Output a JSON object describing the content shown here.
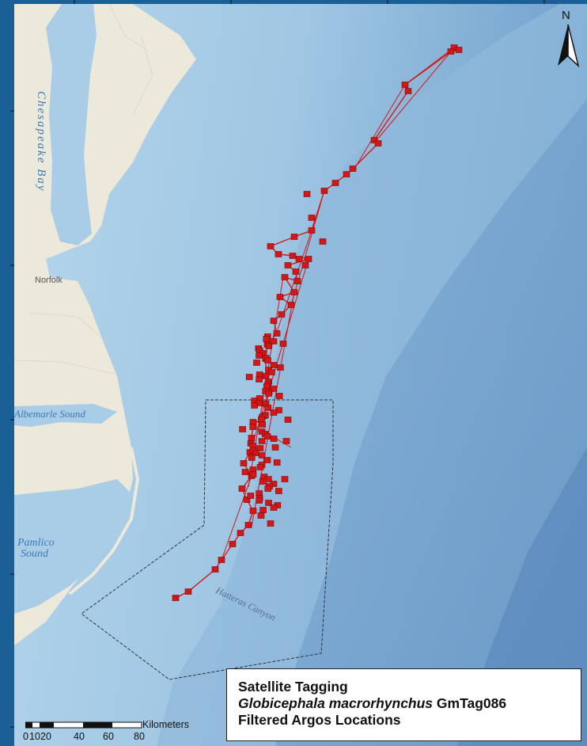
{
  "map": {
    "places": {
      "chesapeake": "Chesapeake Bay",
      "norfolk": "Norfolk",
      "albemarle": "Albemarle Sound",
      "pamlico_1": "Pamlico",
      "pamlico_2": "Sound",
      "hatteras": "Hatteras Canyon"
    },
    "colors": {
      "ocean": "#a9cde6",
      "land": "#ede9dc",
      "track": "#d41616",
      "frame": "#1a5f96"
    }
  },
  "legend": {
    "line1": "Satellite Tagging",
    "species": "Globicephala macrorhynchus",
    "tag_id": "GmTag086",
    "line3": "Filtered Argos Locations"
  },
  "scale": {
    "ticks": [
      "0",
      "10",
      "20",
      "40",
      "60",
      "80"
    ],
    "unit": "Kilometers"
  },
  "north_arrow": {
    "label": "N",
    "icon": "north-arrow-icon"
  }
}
